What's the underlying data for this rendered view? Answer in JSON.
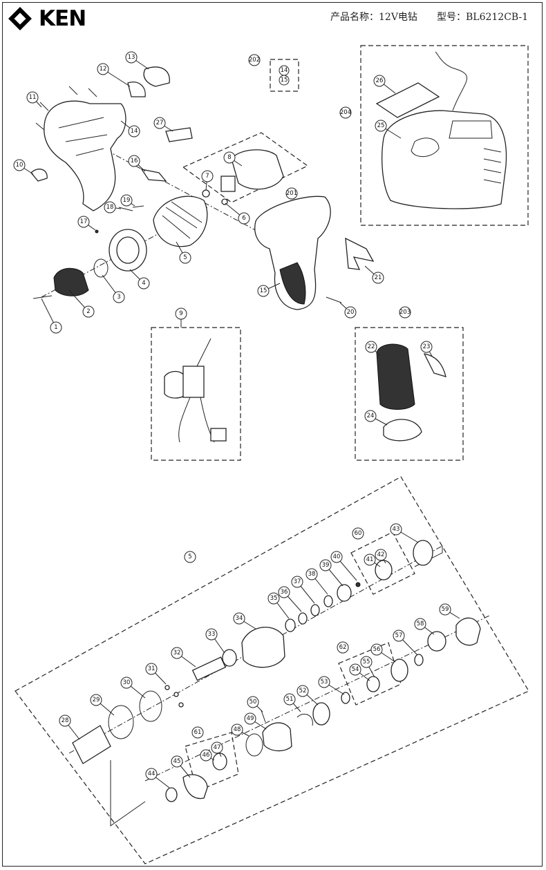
{
  "brand": {
    "name": "KEN"
  },
  "header": {
    "product_name": "产品名称：12V电钻",
    "model": "型号：BL6212CB-1"
  },
  "groups": {
    "g202": {
      "label": "202",
      "items": [
        "14",
        "15"
      ]
    },
    "g201": {
      "label": "201"
    },
    "g203": {
      "label": "203"
    },
    "g204": {
      "label": "204"
    },
    "g60": {
      "label": "60"
    },
    "g61": {
      "label": "61"
    },
    "g62": {
      "label": "62"
    }
  },
  "callouts": [
    "1",
    "2",
    "3",
    "4",
    "5",
    "6",
    "7",
    "8",
    "9",
    "10",
    "11",
    "12",
    "13",
    "14",
    "15",
    "16",
    "17",
    "18",
    "19",
    "20",
    "21",
    "22",
    "23",
    "24",
    "25",
    "26",
    "27",
    "28",
    "29",
    "30",
    "31",
    "32",
    "33",
    "34",
    "35",
    "36",
    "37",
    "38",
    "39",
    "40",
    "41",
    "42",
    "43",
    "44",
    "45",
    "46",
    "47",
    "48",
    "49",
    "50",
    "51",
    "52",
    "53",
    "54",
    "55",
    "56",
    "57",
    "58",
    "59"
  ],
  "section_5_label": "5"
}
